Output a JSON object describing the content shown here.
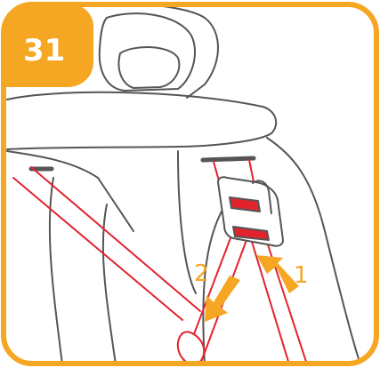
{
  "step": {
    "number": "31"
  },
  "callouts": [
    {
      "label": "1"
    },
    {
      "label": "2"
    }
  ],
  "colors": {
    "frame": "#f5a623",
    "badge": "#f5a623",
    "strap_accent": "#e2232e",
    "outline": "#555555",
    "arrow": "#f5a623"
  }
}
